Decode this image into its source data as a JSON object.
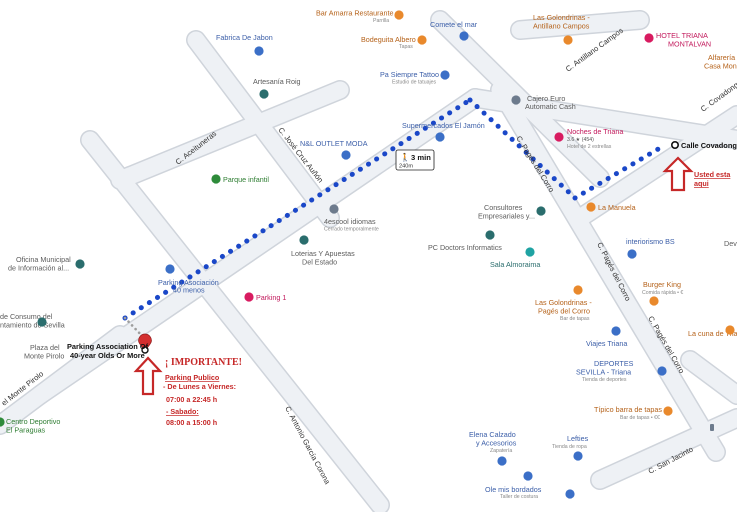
{
  "colors": {
    "road": "#eef1f5",
    "road_edge": "#c9ced6",
    "route": "#1a47c8",
    "route_edge": "#10308f",
    "poi_teal": "#2a6d6d",
    "poi_food": "#e9892c",
    "poi_shop": "#3b6fc7",
    "poi_hotel": "#d81b60",
    "poi_park": "#2e8b3a",
    "warning_red": "#c62828"
  },
  "streets": {
    "aceituneras": "C. Aceituneras",
    "jose_cruz": "C. José Cruz Auñón",
    "pages_corro_1": "C. Pagés del Corro",
    "pages_corro_2": "C. Pagés del Corro",
    "pages_corro_3": "C. Pagés del Corro",
    "antonio_garcia": "C. Antonio García Corona",
    "antillano": "C. Antillano Campos",
    "san_jacinto": "C. San Jacinto",
    "covadonga": "C. Covadonga",
    "monte_pirolo": "el Monte Pirolo"
  },
  "pois": {
    "bar_amarra": {
      "name": "Bar Amarra Restaurante",
      "sub": "Parrilla"
    },
    "bodeguita": {
      "name": "Bodeguita Albero",
      "sub": "Tapas"
    },
    "comete": {
      "name": "Comete el mar"
    },
    "golondrinas1": {
      "name1": "Las Golondrinas -",
      "name2": "Antillano Campos"
    },
    "hotel_triana": {
      "name1": "HOTEL TRIANA",
      "name2": "MONTALVAN"
    },
    "alfareria": {
      "name1": "Alfarería",
      "name2": "Casa Mon"
    },
    "fabrica": {
      "name": "Fabrica De Jabon"
    },
    "artesania": {
      "name": "Artesanía Roig"
    },
    "pa_siempre": {
      "name": "Pa Siempre Tattoo",
      "sub": "Estudio de tatuajes"
    },
    "cajero": {
      "name1": "Cajero Euro",
      "name2": "Automatic Cash"
    },
    "super": {
      "name": "Supermercados El Jamón"
    },
    "nl_outlet": {
      "name": "N&L OUTLET MODA"
    },
    "noches": {
      "name": "Noches de Triana",
      "rating": "3.6 ★ (454)",
      "sub": "Hotel de 2 estrellas"
    },
    "parque": {
      "name": "Parque infantil"
    },
    "scool": {
      "name": "4escool idiomas",
      "sub": "Cerrado temporalmente"
    },
    "loterias": {
      "name1": "Loterias Y Apuestas",
      "name2": "Del Estado"
    },
    "consultores": {
      "name1": "Consultores",
      "name2": "Empresariales y..."
    },
    "la_manuela": {
      "name": "La Manuela"
    },
    "pc_doctors": {
      "name": "PC Doctors Informatics"
    },
    "interiorismo": {
      "name": "interiorismo BS"
    },
    "sala": {
      "name": "Sala Almoraima"
    },
    "oficina": {
      "name1": "Oficina Municipal",
      "name2": "de Información al..."
    },
    "parking_aso": {
      "name1": "Parking Asociación",
      "name2": "40 menos"
    },
    "parking1": {
      "name": "Parking 1"
    },
    "burger": {
      "name": "Burger King",
      "sub": "Comida rápida • €"
    },
    "golondrinas2": {
      "name1": "Las Golondrinas -",
      "name2": "Pagés del Corro",
      "sub": "Bar de tapas"
    },
    "consumo": {
      "name1": "de Consumo del",
      "name2": "ntamiento de Sevilla"
    },
    "plaza": {
      "name1": "Plaza del",
      "name2": "Monte Pirolo"
    },
    "viajes": {
      "name": "Viajes Triana"
    },
    "cuna": {
      "name": "La cuna de Triana"
    },
    "deportes": {
      "name1": "DEPORTES",
      "name2": "SEVILLA - Triana",
      "sub": "Tienda de deportes"
    },
    "tipico": {
      "name": "Típico barra de tapas",
      "sub": "Bar de tapas • €€"
    },
    "centro": {
      "name1": "Centro Deportivo",
      "name2": "El Paraguas"
    },
    "elena": {
      "name1": "Elena Calzado",
      "name2": "y Accesorios",
      "sub": "Zapatería"
    },
    "lefties": {
      "name": "Lefties",
      "sub": "Tienda de ropa"
    },
    "ole": {
      "name": "Ole mis bordados",
      "sub": "Taller de costura"
    },
    "deve": {
      "name": "Deve"
    }
  },
  "route_info": {
    "time": "3 min",
    "distance": "240m"
  },
  "markers": {
    "destination_label1": "Parking Association Of",
    "destination_label2": "40-year Olds Or More",
    "origin_label": "Calle Covadonga,"
  },
  "here_note": {
    "line1": "Usted esta",
    "line2": "aqui"
  },
  "notice": {
    "title": "¡ IMPORTANTE!",
    "subtitle": "Parking Publico",
    "weekdays": "- De Lunes a Viernes:",
    "weekdays_hours": "07:00 a 22:45 h",
    "saturday": "- Sabado:",
    "saturday_hours": "08:00 a 15:00 h"
  }
}
